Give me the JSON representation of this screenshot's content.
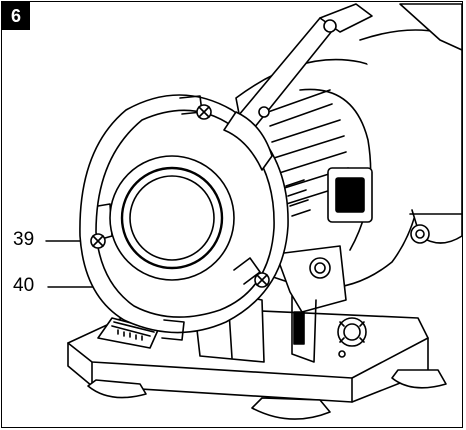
{
  "figure": {
    "number": "6"
  },
  "callouts": [
    {
      "label": "39",
      "target": "wheel-guard-screw"
    },
    {
      "label": "40",
      "target": "wheel-guard-cover"
    }
  ],
  "colors": {
    "ink": "#000000",
    "paper": "#ffffff",
    "badge_bg": "#000000",
    "badge_text": "#ffffff"
  }
}
